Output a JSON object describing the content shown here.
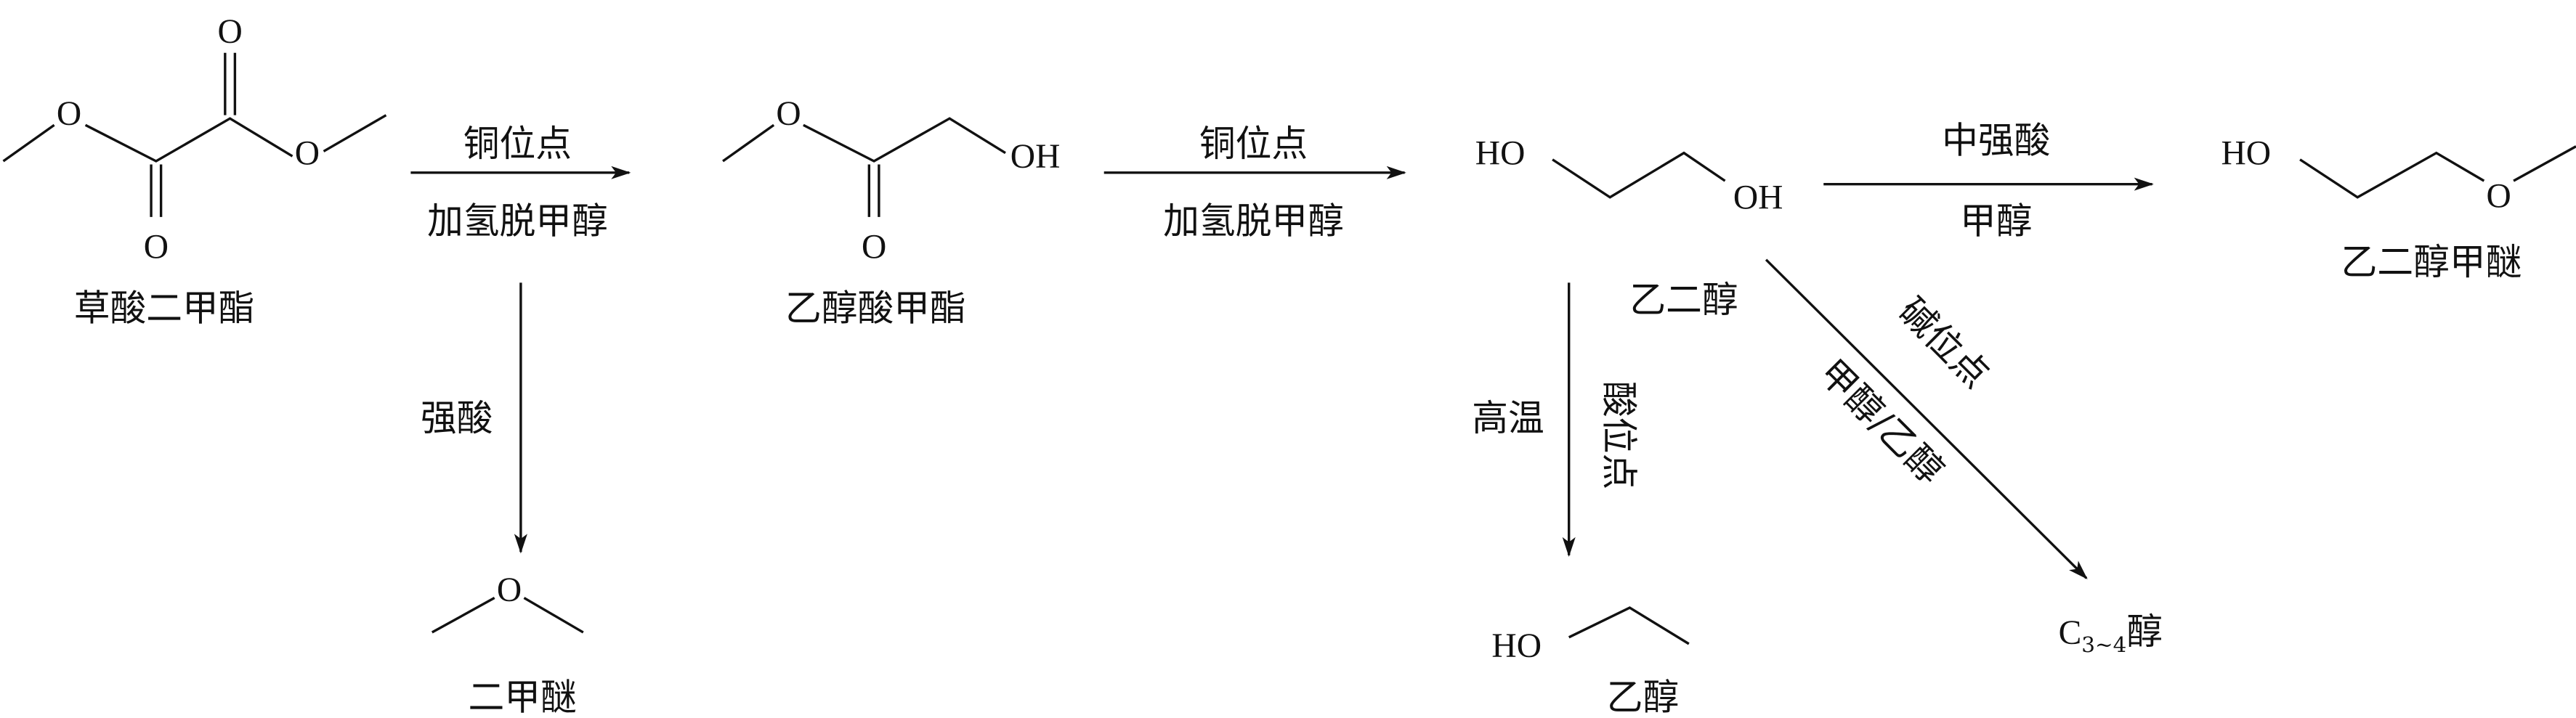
{
  "compounds": {
    "dimethyl_oxalate": "草酸二甲酯",
    "methyl_glycolate": "乙醇酸甲酯",
    "ethylene_glycol": "乙二醇",
    "glycol_methyl_ether": "乙二醇甲醚",
    "dimethyl_ether": "二甲醚",
    "ethanol": "乙醇",
    "c34_alcohol_prefix": "C",
    "c34_alcohol_sub": "3~4",
    "c34_alcohol_suffix": "醇"
  },
  "atoms": {
    "O": "O",
    "OH": "OH",
    "HO": "HO"
  },
  "conditions": {
    "step1_top": "铜位点",
    "step1_bottom": "加氢脱甲醇",
    "step1_side": "强酸",
    "step2_top": "铜位点",
    "step2_bottom": "加氢脱甲醇",
    "step3_top": "中强酸",
    "step3_bottom": "甲醇",
    "step4_left": "高温",
    "step4_right": "酸位点",
    "step5_top": "碱位点",
    "step5_bottom": "甲醇/乙醇"
  }
}
